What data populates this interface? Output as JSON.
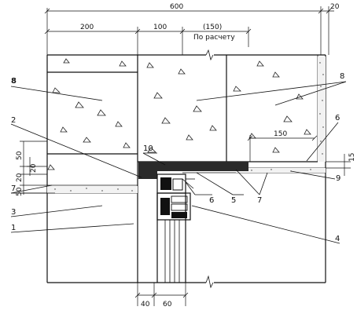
{
  "dimensions": {
    "overall": "600",
    "right_offset": "20",
    "seg_left": "200",
    "seg_mid": "100",
    "seg_right": "(150)",
    "seg_right_note": "По расчету",
    "left_50_top": "50",
    "left_20_a": "20",
    "left_20_b": "20",
    "left_50_bottom": "50",
    "inner_150": "150",
    "right_15": "15",
    "bottom_40": "40",
    "bottom_60": "60"
  },
  "callouts": {
    "c8_left": "8",
    "c8_right": "8",
    "c2": "2",
    "c10": "10",
    "c6_right": "6",
    "c9": "9",
    "c7_left": "7",
    "c3": "3",
    "c1": "1",
    "c6_bottom": "6",
    "c5": "5",
    "c7_bottom": "7",
    "c4": "4"
  }
}
